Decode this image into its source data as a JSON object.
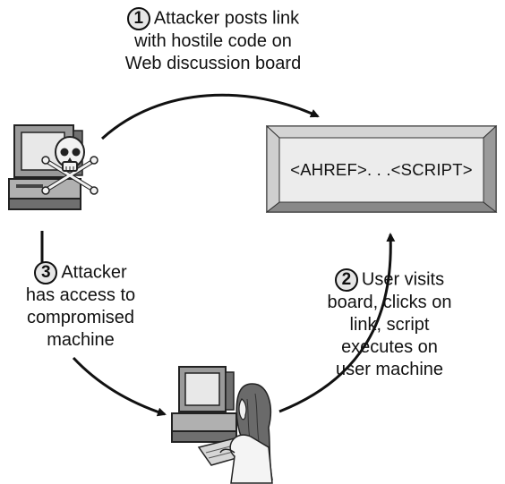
{
  "diagram": {
    "board_code": "<AHREF>. . .<SCRIPT>",
    "steps": [
      {
        "number": "1",
        "lines": [
          "Attacker posts link",
          "with hostile code on",
          "Web discussion board"
        ]
      },
      {
        "number": "2",
        "lines": [
          "User visits",
          "board, clicks on",
          "link, script",
          "executes on",
          "user machine"
        ]
      },
      {
        "number": "3",
        "lines": [
          "Attacker",
          "has access to",
          "compromised",
          "machine"
        ]
      }
    ],
    "icons": {
      "attacker": "attacker-computer-with-skull-icon",
      "user": "user-at-computer-icon",
      "board": "discussion-board-screen-icon"
    }
  }
}
